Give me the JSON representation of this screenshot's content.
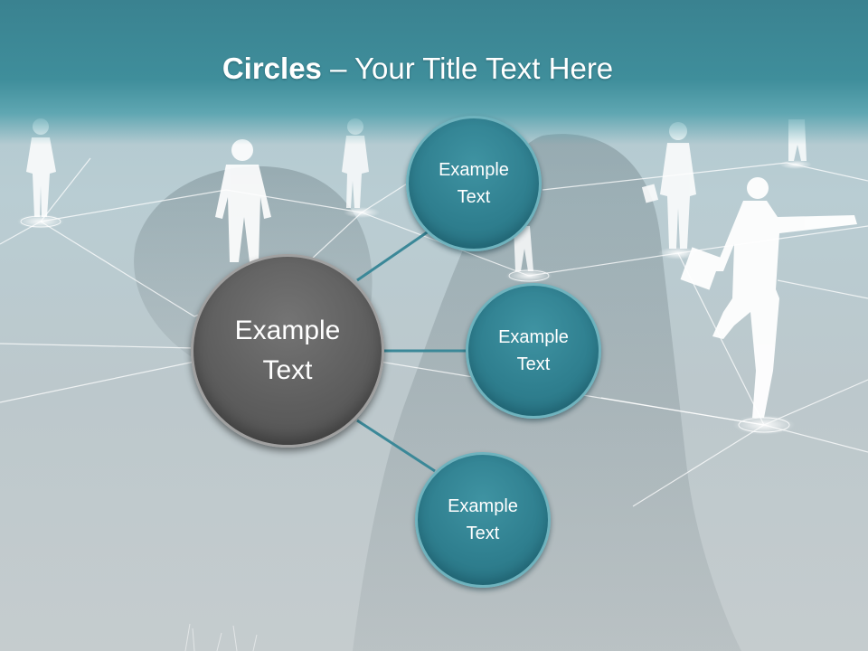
{
  "slide": {
    "title_bold": "Circles",
    "title_rest": " – Your Title Text Here",
    "center_label": "Example\nText",
    "satellites": [
      {
        "label": "Example\nText"
      },
      {
        "label": "Example\nText"
      },
      {
        "label": "Example\nText"
      }
    ]
  },
  "colors": {
    "accent": "#2f7f8f",
    "center": "#5e5e5e",
    "connector": "#3b8898"
  }
}
